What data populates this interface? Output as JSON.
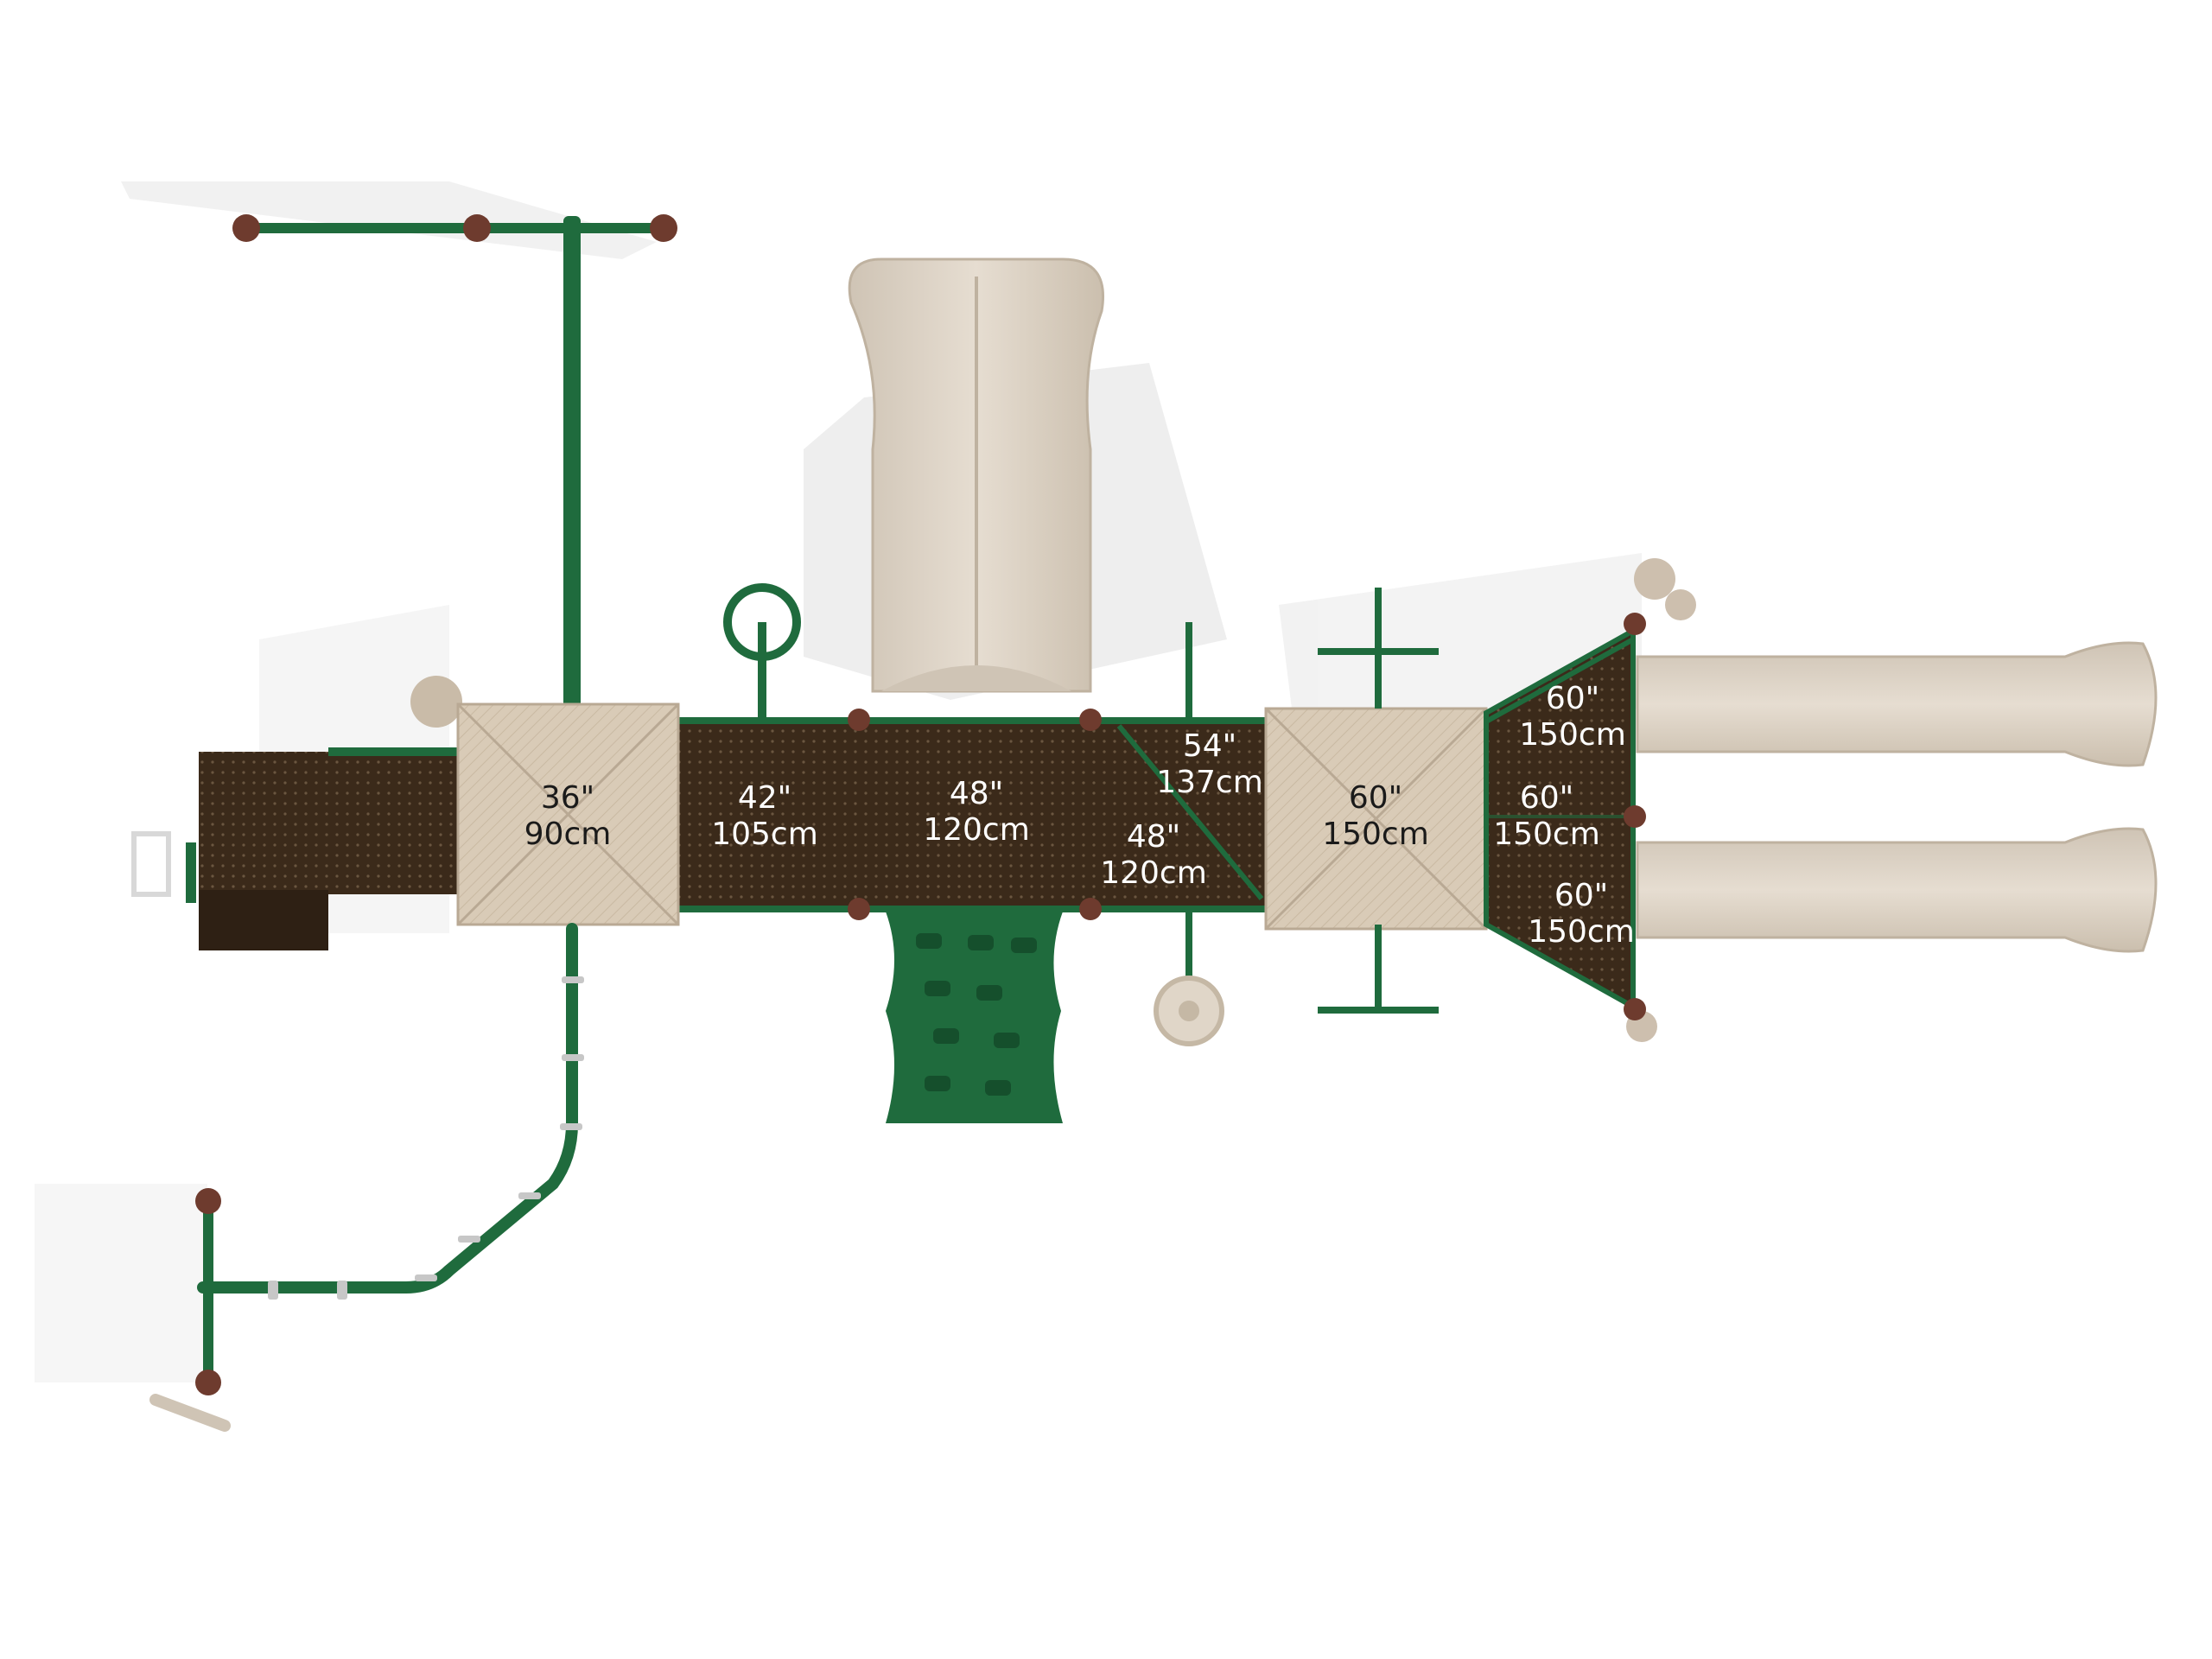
{
  "palette": {
    "post_green": "#1f6b3d",
    "deck_brown": "#3b2a1a",
    "roof_tan": "#d9cbb7",
    "slide_tan": "#d8cfc2",
    "clamp_brown": "#6e3b2e",
    "label_light": "#ffffff",
    "label_dark": "#1a1a1a"
  },
  "decks": [
    {
      "id": "roof-36",
      "inches": "36\"",
      "cm": "90cm",
      "label_style": "dark"
    },
    {
      "id": "deck-42",
      "inches": "42\"",
      "cm": "105cm",
      "label_style": "light"
    },
    {
      "id": "deck-48-center",
      "inches": "48\"",
      "cm": "120cm",
      "label_style": "light"
    },
    {
      "id": "deck-54",
      "inches": "54\"",
      "cm": "137cm",
      "label_style": "light"
    },
    {
      "id": "deck-48-ramp",
      "inches": "48\"",
      "cm": "120cm",
      "label_style": "light"
    },
    {
      "id": "roof-60",
      "inches": "60\"",
      "cm": "150cm",
      "label_style": "dark"
    },
    {
      "id": "tri-60-top",
      "inches": "60\"",
      "cm": "150cm",
      "label_style": "light"
    },
    {
      "id": "tri-60-mid",
      "inches": "60\"",
      "cm": "150cm",
      "label_style": "light"
    },
    {
      "id": "tri-60-bottom",
      "inches": "60\"",
      "cm": "150cm",
      "label_style": "light"
    }
  ]
}
